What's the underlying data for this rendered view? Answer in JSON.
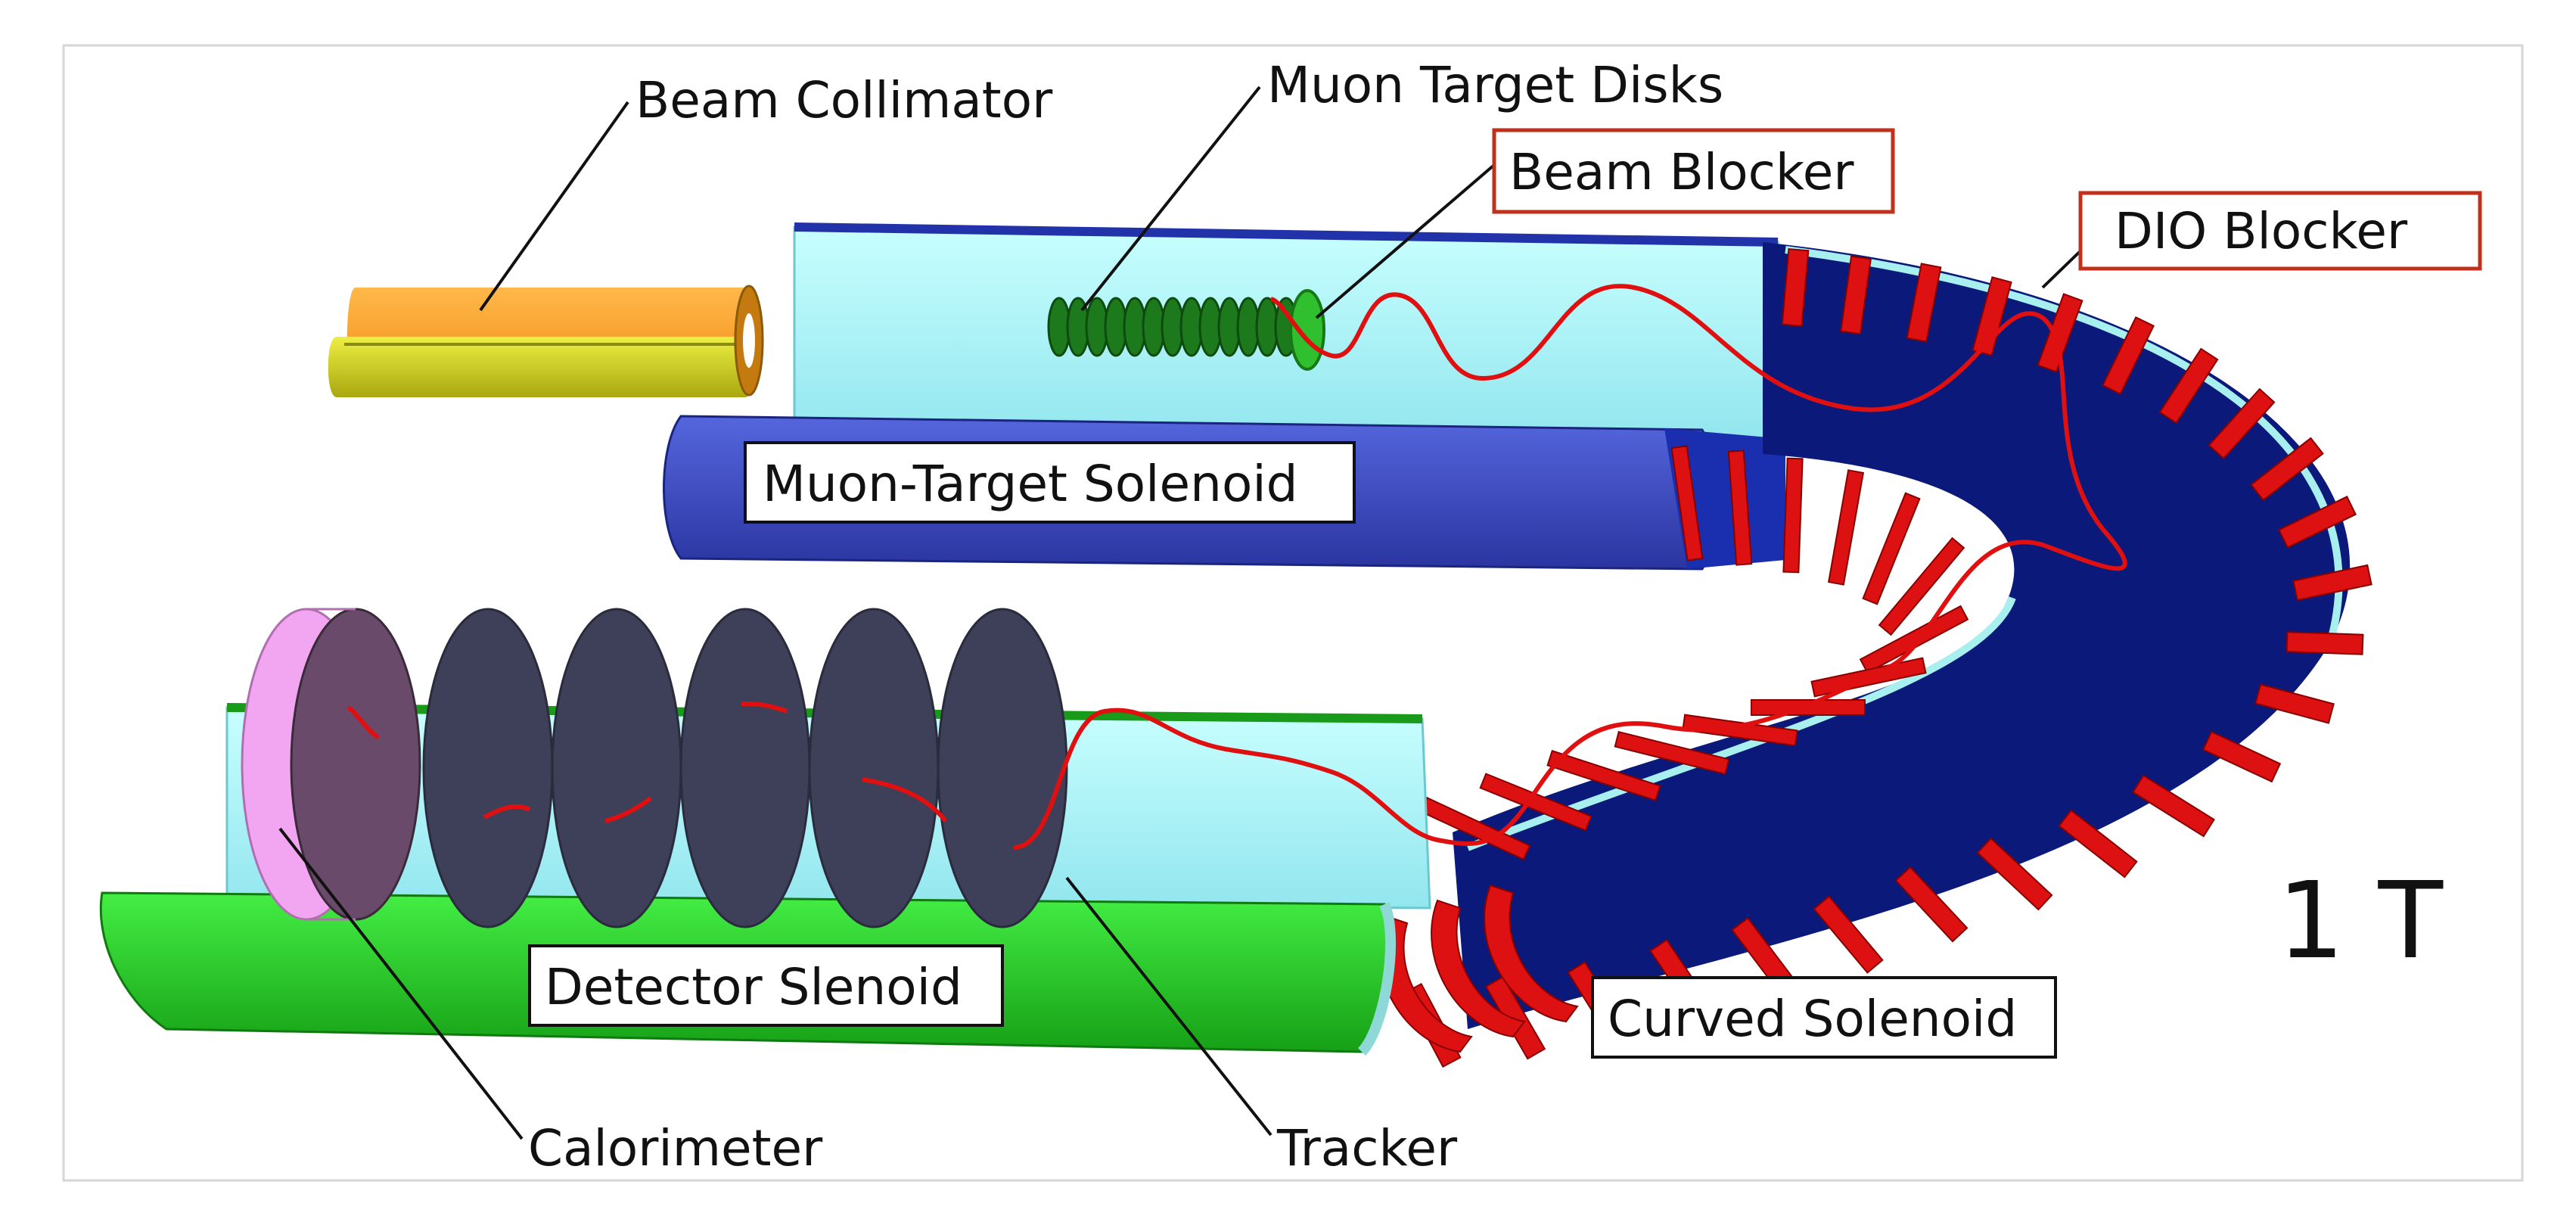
{
  "labels": {
    "beam_collimator": "Beam Collimator",
    "muon_target_disks": "Muon Target Disks",
    "beam_blocker": "Beam Blocker",
    "dio_blocker": "DIO Blocker",
    "muon_target_solenoid": "Muon-Target Solenoid",
    "detector_solenoid": "Detector Slenoid",
    "curved_solenoid": "Curved Solenoid",
    "calorimeter": "Calorimeter",
    "tracker": "Tracker",
    "field_strength": "1 T"
  },
  "colors": {
    "solenoid_inner": "#a8f0f0",
    "muon_solenoid_outer": "#4455cc",
    "detector_solenoid_outer": "#22cc22",
    "coil_red": "#dd1111",
    "coil_navy": "#0b1a7a",
    "collimator_orange": "#ff9a1a",
    "collimator_yellow": "#d8d818",
    "target_disk_green": "#1c7a1c",
    "beam_blocker_green": "#2fbf2f",
    "tracker_disk": "#3e3f58",
    "calorimeter_pink": "#f2a6f2",
    "trajectory_red": "#e01010",
    "highlight_box": "#c0301a"
  }
}
